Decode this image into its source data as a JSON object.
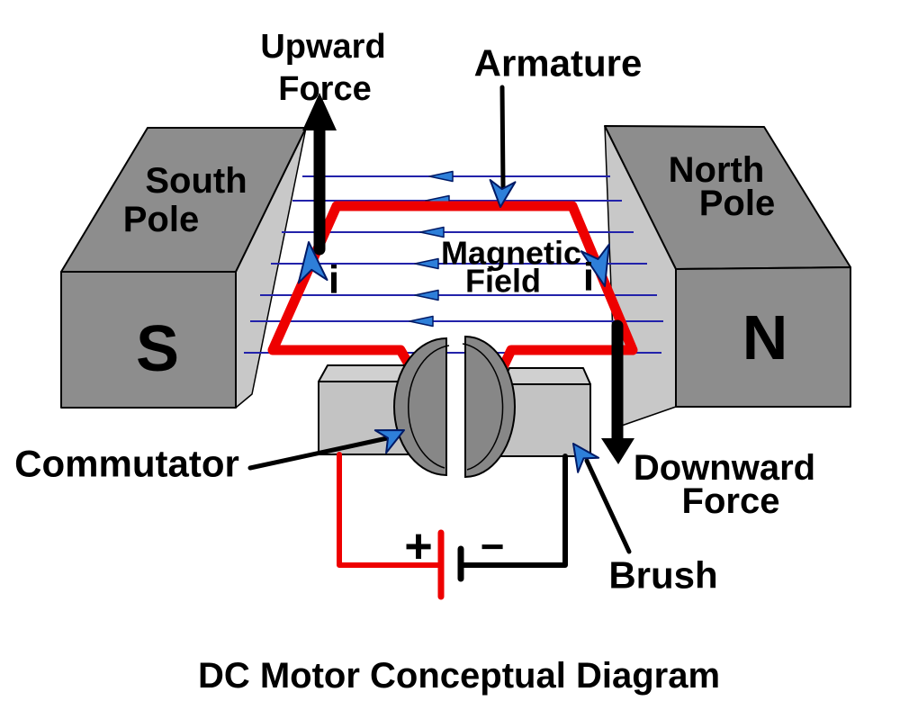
{
  "title": "DC Motor Conceptual Diagram",
  "labels": {
    "south_pole": [
      "South",
      "Pole"
    ],
    "south_letter": "S",
    "north_pole": [
      "North",
      "Pole"
    ],
    "north_letter": "N",
    "upward_force": [
      "Upward",
      "Force"
    ],
    "downward_force": [
      "Downward",
      "Force"
    ],
    "armature": "Armature",
    "magnetic_field": [
      "Magnetic",
      "Field"
    ],
    "commutator": "Commutator",
    "brush": "Brush",
    "current_left": "i",
    "current_right": "i"
  },
  "battery": {
    "positive": "+",
    "negative": "−"
  },
  "colors": {
    "wire_red": "#ee0000",
    "field_blue": "#2222aa",
    "arrow_blue": "#2e7fd9",
    "magnet_face": "#8d8d8d",
    "magnet_side": "#c8c8c8",
    "commutator_gray": "#878787",
    "brush_front": "#c3c3c3",
    "brush_top": "#d0d0d0",
    "ink": "#000000",
    "background": "#ffffff"
  }
}
